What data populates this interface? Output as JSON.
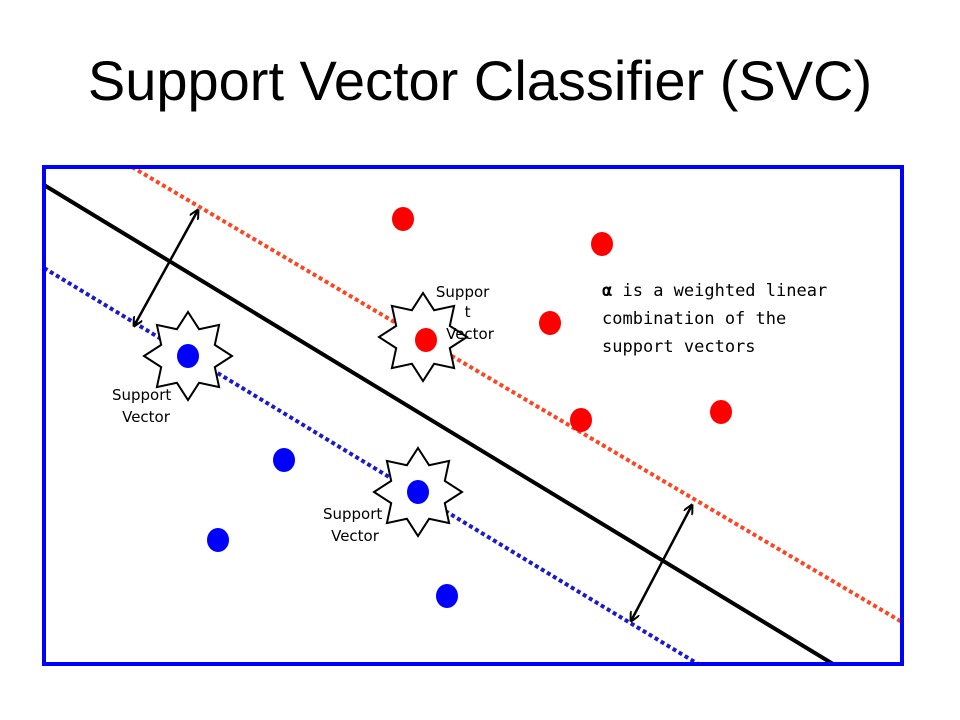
{
  "slide": {
    "title": "Support Vector Classifier (SVC)"
  },
  "diagram": {
    "colors": {
      "frame": "#0000ff",
      "class_positive": "#ff0000",
      "class_negative": "#0000ff",
      "margin_positive": "#ff4422",
      "margin_negative": "#1a1acc",
      "decision_boundary": "#000000"
    },
    "support_vector_labels": [
      {
        "lines": [
          "Suppor",
          "t",
          "Vector"
        ]
      },
      {
        "lines": [
          "Support",
          "Vector"
        ]
      },
      {
        "lines": [
          "Support",
          "Vector"
        ]
      }
    ],
    "note": {
      "symbol": "α",
      "line1_rest": " is a weighted linear",
      "line2": "combination of the",
      "line3": "support vectors"
    }
  }
}
